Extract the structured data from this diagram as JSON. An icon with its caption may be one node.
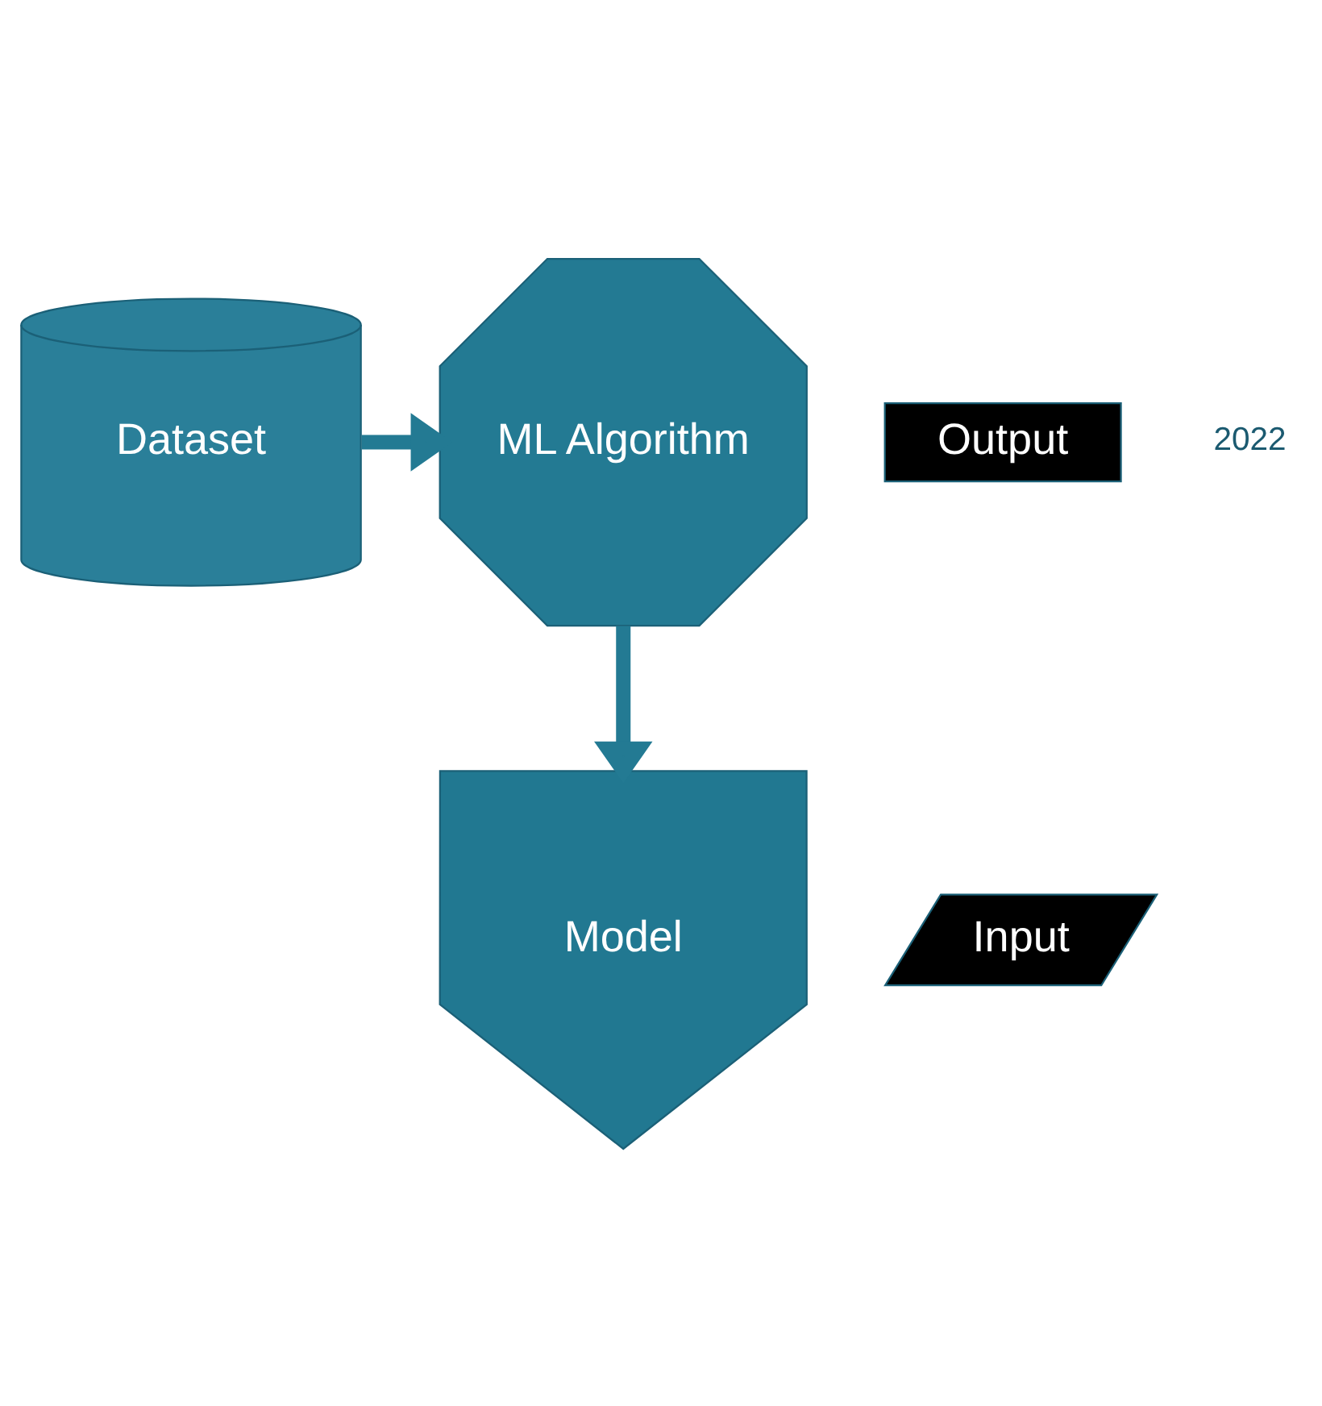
{
  "diagram": {
    "nodes": [
      {
        "text": [
          "Dataset"
        ]
      },
      {
        "text": [
          "ML Algorithm"
        ]
      },
      {
        "text": [
          "Model"
        ]
      },
      {
        "text": [
          "Input"
        ]
      },
      {
        "text": [
          "Output"
        ]
      }
    ],
    "edges": [
      {
        "from": 0,
        "to": 1,
        "arrow": "to"
      },
      {
        "from": 1,
        "to": 2,
        "arrow": "to"
      }
    ],
    "labels": [
      "2022"
    ]
  }
}
